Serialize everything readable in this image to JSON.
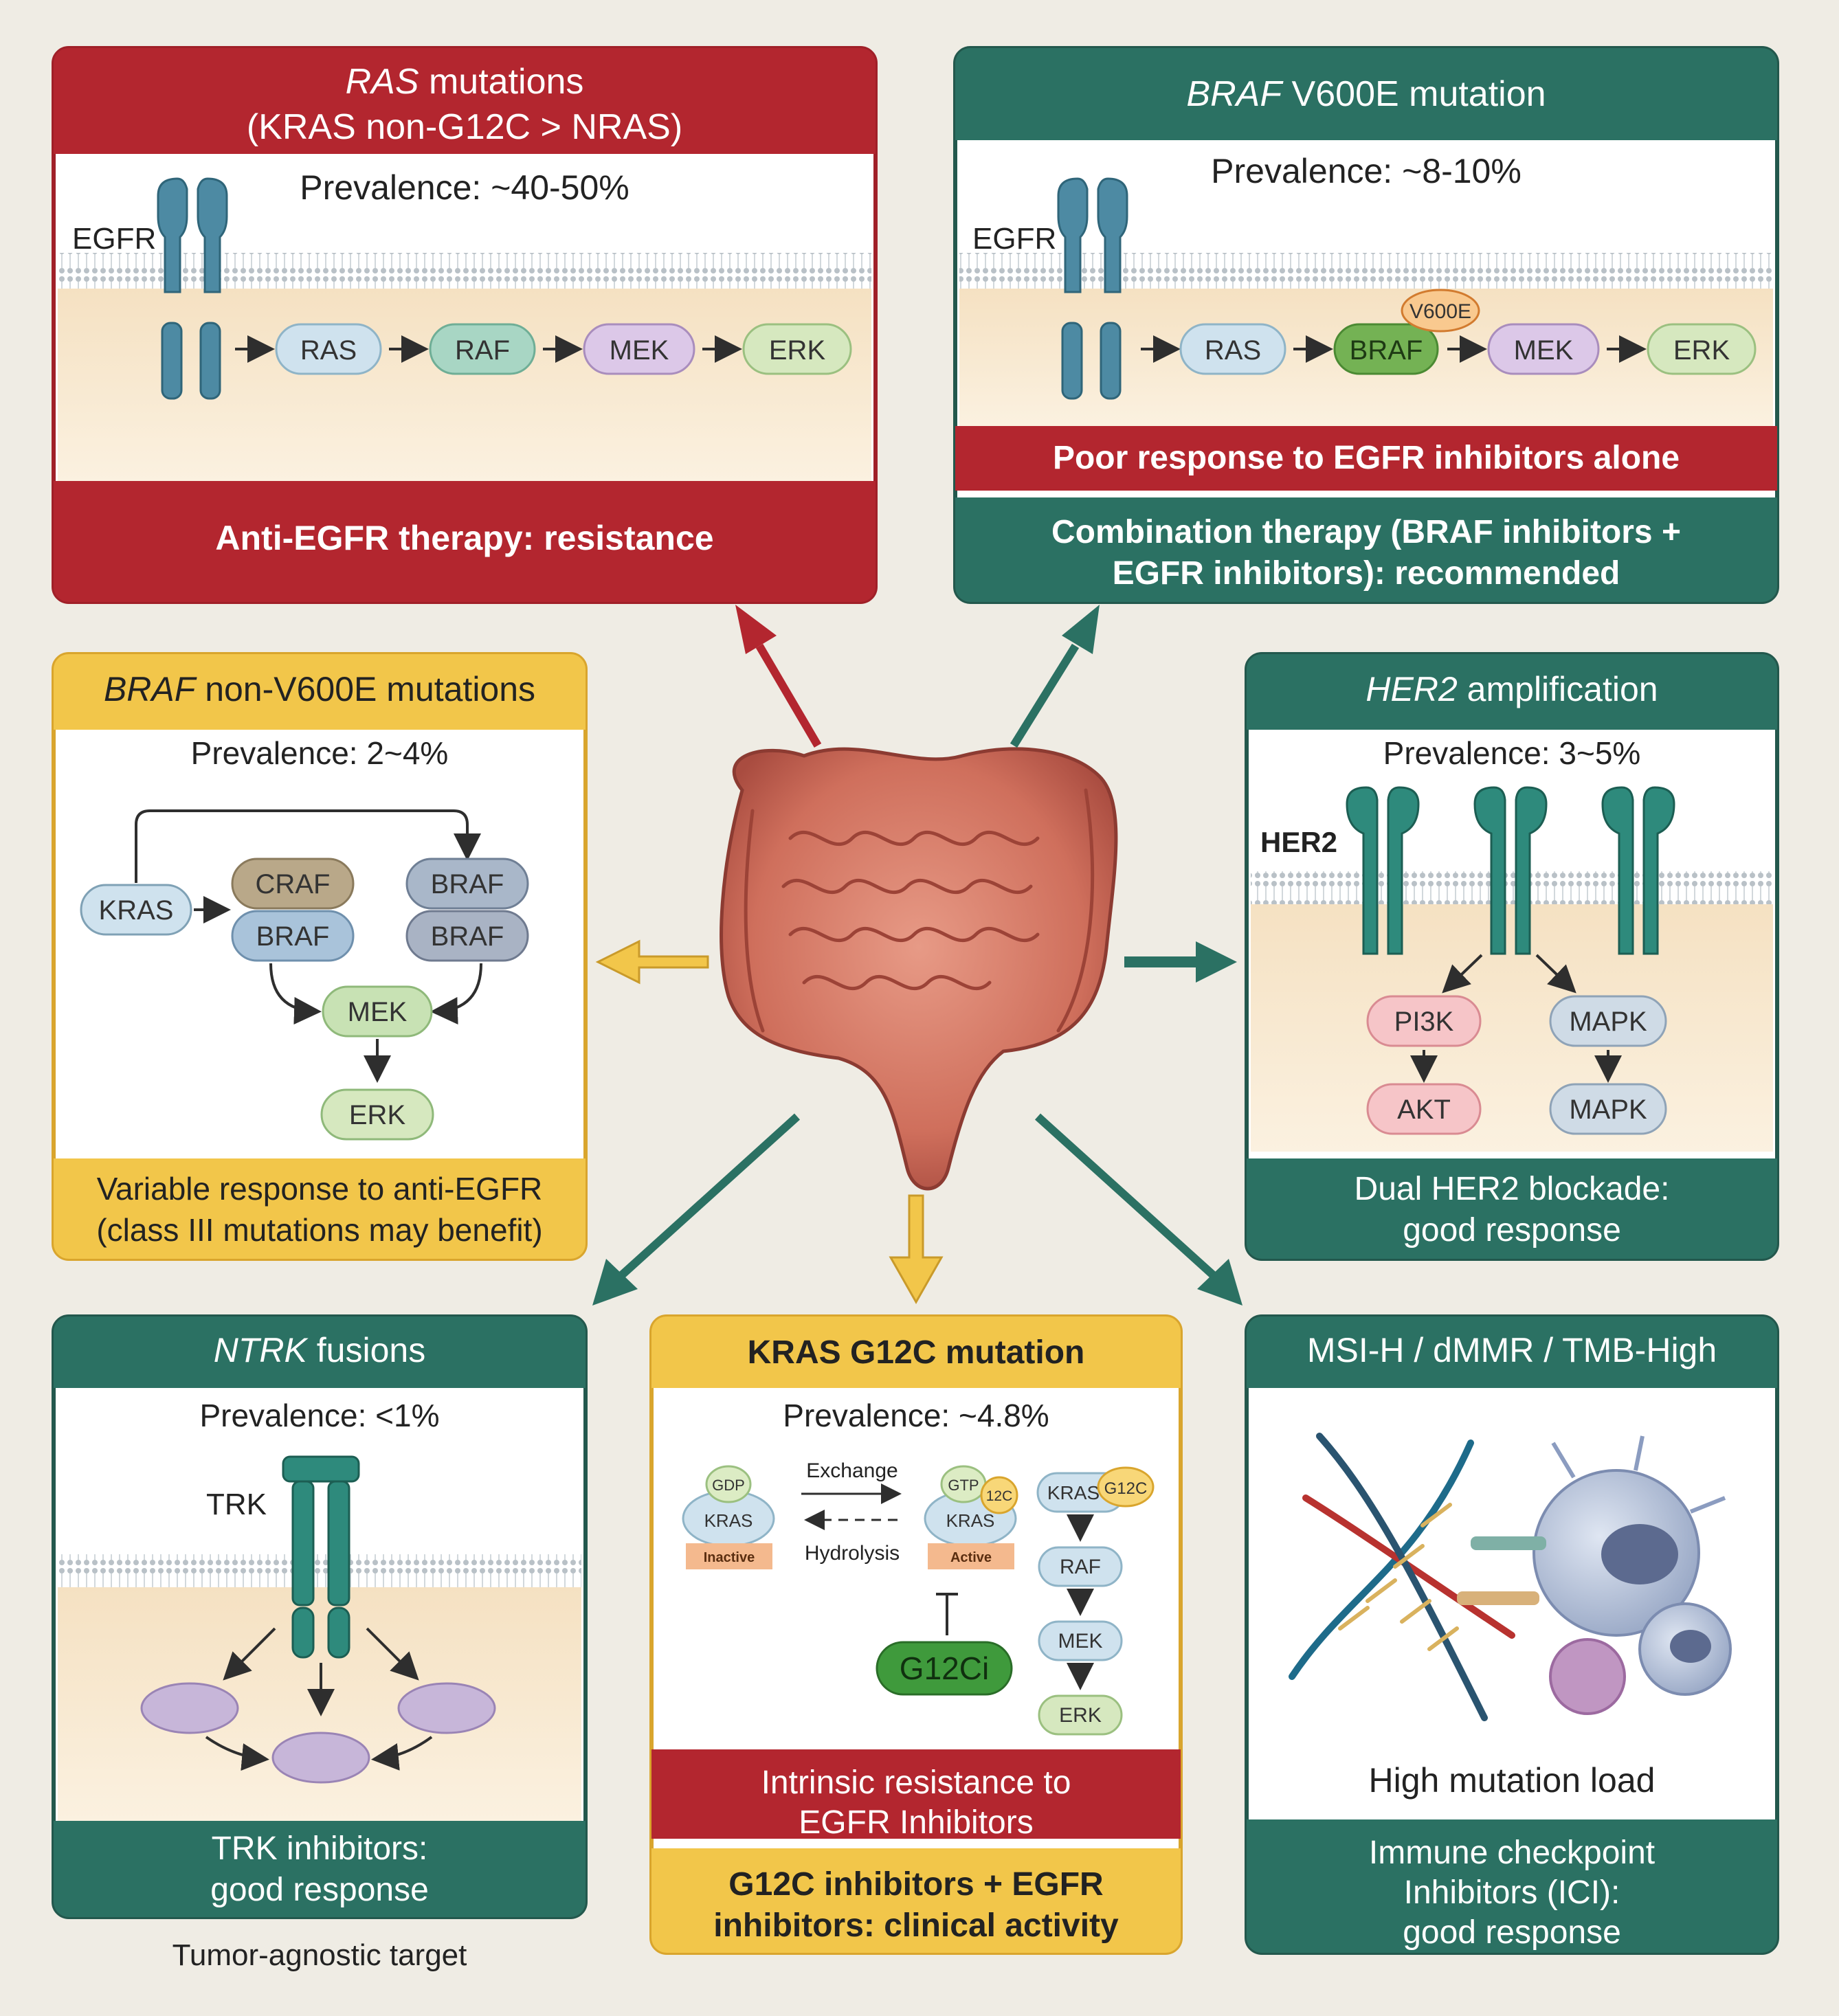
{
  "colors": {
    "red": "#b3262f",
    "green": "#2b7163",
    "yellow": "#f2c64a",
    "page_bg": "#efece4",
    "membrane_fill": "#f6e6cc"
  },
  "ras": {
    "title_italic": "RAS",
    "title_rest": " mutations",
    "title_line2": "(KRAS non-G12C > NRAS)",
    "prevalence": "Prevalence: ~40-50%",
    "receptor": "EGFR",
    "pathway": [
      "RAS",
      "RAF",
      "MEK",
      "ERK"
    ],
    "footer": "Anti-EGFR therapy: resistance"
  },
  "braf_v600e": {
    "title_italic": "BRAF",
    "title_rest": " V600E mutation",
    "prevalence": "Prevalence: ~8-10%",
    "receptor": "EGFR",
    "pathway": [
      "RAS",
      "BRAF",
      "MEK",
      "ERK"
    ],
    "badge": "V600E",
    "red_bar": "Poor response to EGFR inhibitors alone",
    "footer_line1": "Combination therapy (BRAF inhibitors +",
    "footer_line2": "EGFR inhibitors): recommended"
  },
  "braf_non": {
    "title_italic": "BRAF",
    "title_rest": " non-V600E mutations",
    "prevalence": "Prevalence: 2~4%",
    "kras": "KRAS",
    "dimer1": [
      "CRAF",
      "BRAF"
    ],
    "dimer2": [
      "BRAF",
      "BRAF"
    ],
    "mek": "MEK",
    "erk": "ERK",
    "footer_line1": "Variable response to anti-EGFR",
    "footer_line2": "(class III mutations may benefit)"
  },
  "her2": {
    "title_italic": "HER2",
    "title_rest": " amplification",
    "prevalence": "Prevalence: 3~5%",
    "receptor": "HER2",
    "left_path": [
      "PI3K",
      "AKT"
    ],
    "right_path": [
      "MAPK",
      "MAPK"
    ],
    "footer_line1": "Dual HER2 blockade:",
    "footer_line2": "good response"
  },
  "ntrk": {
    "title_italic": "NTRK",
    "title_rest": " fusions",
    "prevalence": "Prevalence: <1%",
    "receptor": "TRK",
    "footer_line1": "TRK inhibitors:",
    "footer_line2": "good response",
    "note": "Tumor-agnostic target"
  },
  "kras_g12c": {
    "title": "KRAS G12C mutation",
    "prevalence": "Prevalence: ~4.8%",
    "gdp": "GDP",
    "gtp": "GTP",
    "mut": "12C",
    "kras": "KRAS",
    "inactive": "Inactive",
    "active": "Active",
    "exchange": "Exchange",
    "hydrolysis": "Hydrolysis",
    "inhibitor": "G12Ci",
    "cascade_kras": "KRAS",
    "cascade_badge": "G12C",
    "cascade": [
      "RAF",
      "MEK",
      "ERK"
    ],
    "red_line1": "Intrinsic resistance to",
    "red_line2": "EGFR Inhibitors",
    "footer_line1": "G12C inhibitors + EGFR",
    "footer_line2": "inhibitors: clinical activity"
  },
  "msi": {
    "title": "MSI-H / dMMR / TMB-High",
    "caption": "High mutation load",
    "footer_line1": "Immune checkpoint",
    "footer_line2": "Inhibitors (ICI):",
    "footer_line3": "good response"
  }
}
